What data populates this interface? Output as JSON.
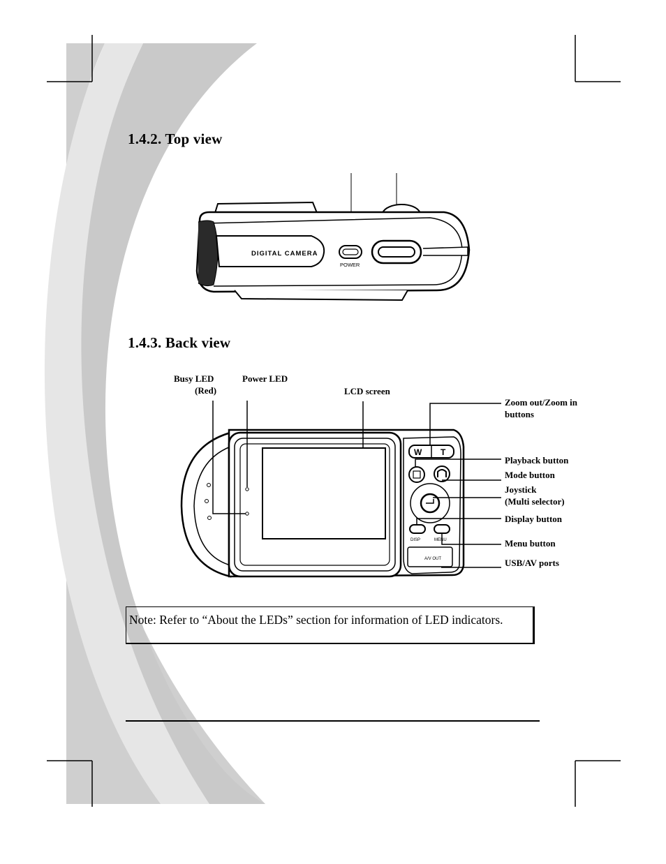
{
  "sections": {
    "top_view": {
      "heading": "1.4.2. Top view"
    },
    "back_view": {
      "heading": "1.4.3. Back view"
    }
  },
  "top_camera": {
    "brand_label": "DIGITAL CAMERA",
    "power_label": "POWER"
  },
  "back_camera": {
    "w_label": "W",
    "t_label": "T",
    "disp_label": "DISP",
    "menu_label": "MENU",
    "av_label": "A/V OUT"
  },
  "callouts": {
    "busy_led_1": "Busy LED",
    "busy_led_2": "(Red)",
    "power_led": "Power LED",
    "lcd_screen": "LCD screen",
    "zoom_1": "Zoom out/Zoom in",
    "zoom_2": "buttons",
    "playback": "Playback button",
    "mode": "Mode button",
    "joystick_1": "Joystick",
    "joystick_2": "(Multi selector)",
    "display": "Display button",
    "menu": "Menu button",
    "usb_av": "USB/AV ports"
  },
  "note": {
    "text": "Note:  Refer to “About the LEDs” section for information of LED indicators."
  },
  "colors": {
    "swoosh": "#c9c9c9",
    "swoosh_light": "#e3e3e3",
    "ink": "#000000"
  }
}
